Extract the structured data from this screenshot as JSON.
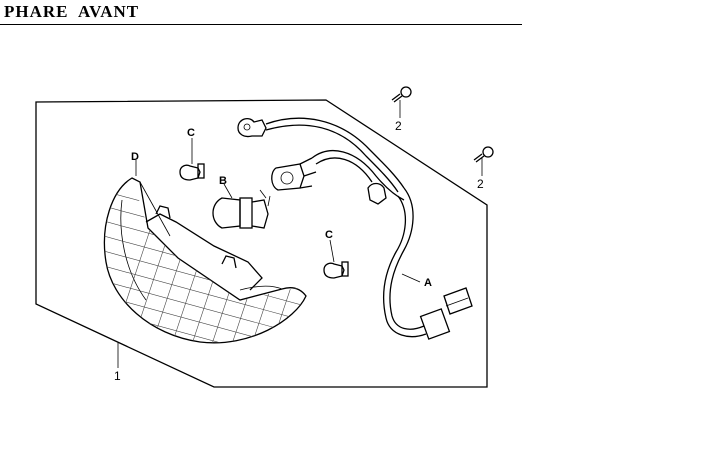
{
  "title": "PHARE  AVANT",
  "callouts": {
    "d": "D",
    "c_top": "C",
    "b": "B",
    "c_mid": "C",
    "a": "A",
    "two_top": "2",
    "two_right": "2",
    "one": "1"
  }
}
